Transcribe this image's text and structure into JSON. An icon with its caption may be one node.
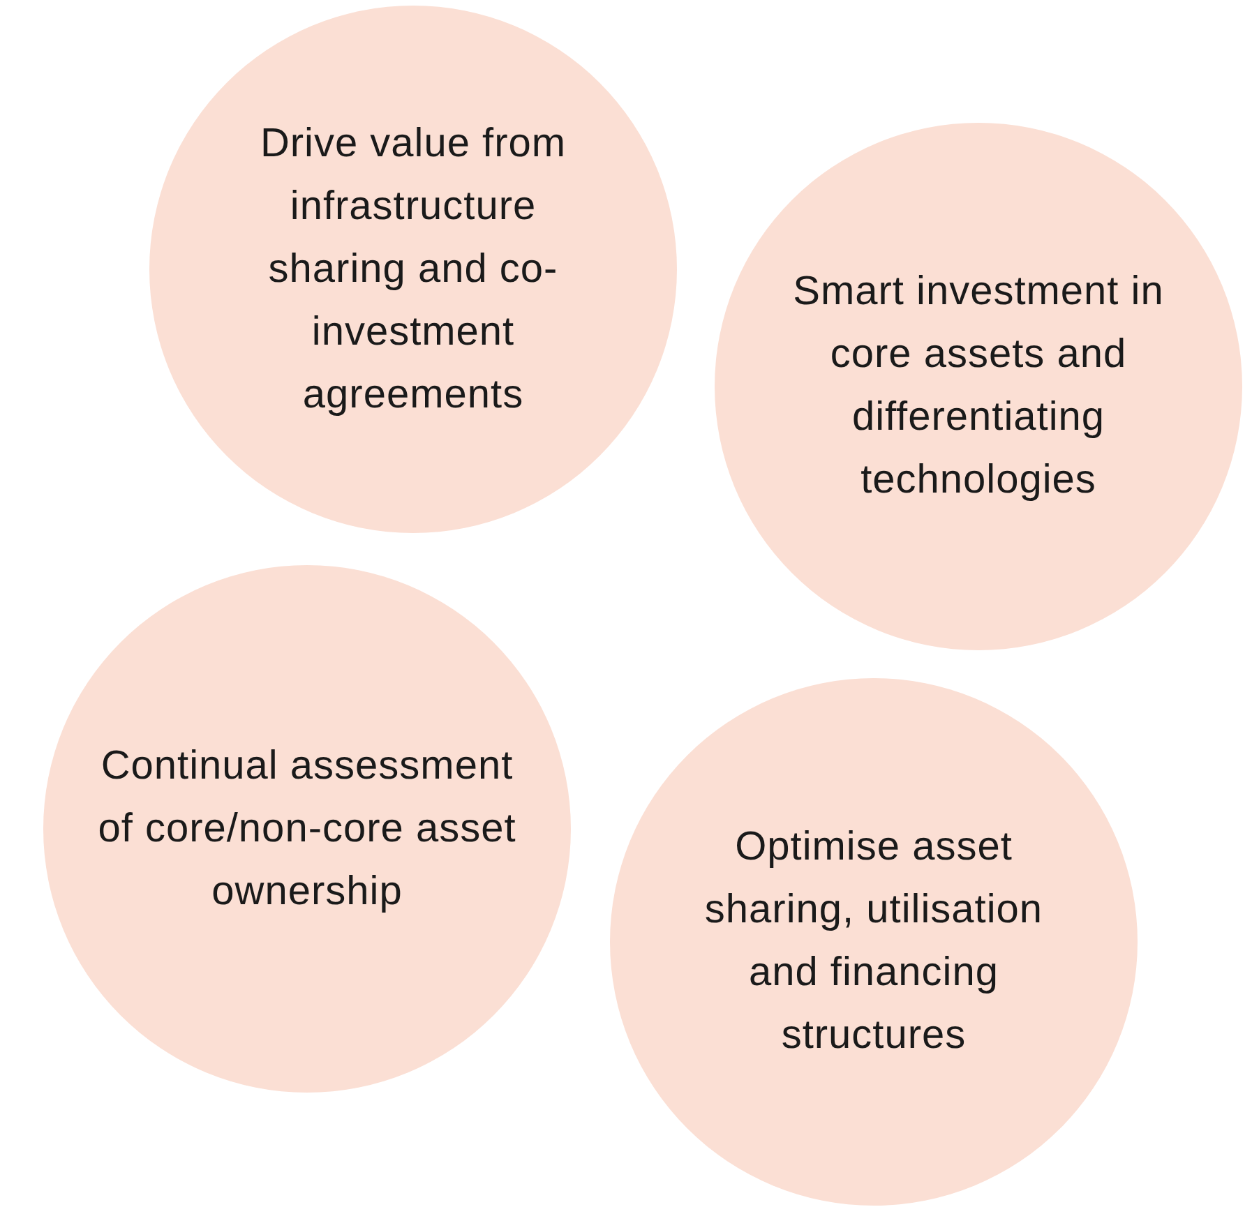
{
  "diagram": {
    "nodes": [
      {
        "text": [
          "Drive value from infrastructure sharing and co-investment agreements"
        ]
      },
      {
        "text": [
          "Smart investment in core assets and differentiating technologies"
        ]
      },
      {
        "text": [
          "Continual assessment of core/non-core asset ownership"
        ]
      },
      {
        "text": [
          "Optimise asset sharing, utilisation and financing structures"
        ]
      }
    ]
  }
}
